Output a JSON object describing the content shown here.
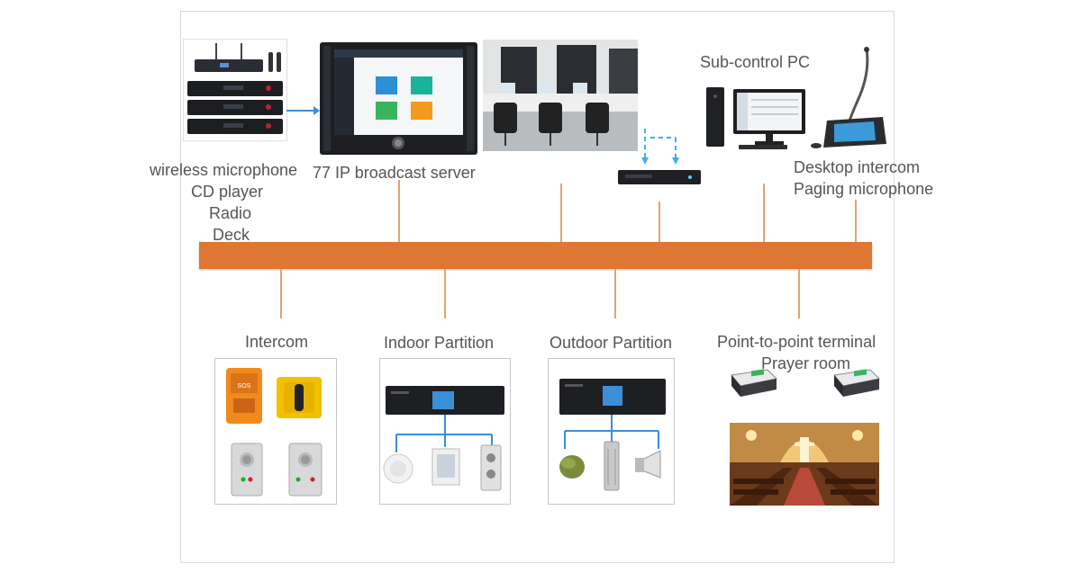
{
  "labels": {
    "source_devices": [
      "wireless microphone",
      "CD player",
      "Radio",
      "Deck"
    ],
    "server": "77 IP broadcast server",
    "sub_control": "Sub-control PC",
    "desktop": [
      "Desktop intercom",
      "Paging microphone"
    ],
    "intercom": "Intercom",
    "indoor": "Indoor Partition",
    "outdoor": "Outdoor Partition",
    "p2p": [
      "Point-to-point terminal",
      "Prayer room"
    ]
  },
  "colors": {
    "bus": "#de7733",
    "bus_tick": "#e8a070",
    "arrow": "#3b8fd6",
    "text": "#555555"
  }
}
